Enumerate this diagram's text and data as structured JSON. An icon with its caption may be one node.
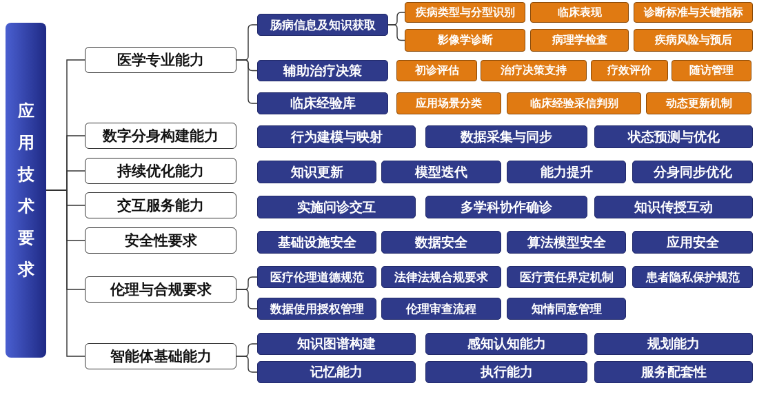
{
  "diagram": {
    "nodes": [
      {
        "text": [
          "应用技术要求"
        ]
      },
      {
        "text": [
          "医学专业能力"
        ]
      },
      {
        "text": [
          "肠病信息及知识获取"
        ]
      },
      {
        "text": [
          "疾病类型与分型识别"
        ]
      },
      {
        "text": [
          "临床表现"
        ]
      },
      {
        "text": [
          "诊断标准与关键指标"
        ]
      },
      {
        "text": [
          "影像学诊断"
        ]
      },
      {
        "text": [
          "病理学检查"
        ]
      },
      {
        "text": [
          "疾病风险与预后"
        ]
      },
      {
        "text": [
          "辅助治疗决策"
        ]
      },
      {
        "text": [
          "初诊评估"
        ]
      },
      {
        "text": [
          "治疗决策支持"
        ]
      },
      {
        "text": [
          "疗效评价"
        ]
      },
      {
        "text": [
          "随访管理"
        ]
      },
      {
        "text": [
          "临床经验库"
        ]
      },
      {
        "text": [
          "应用场景分类"
        ]
      },
      {
        "text": [
          "临床经验采信判别"
        ]
      },
      {
        "text": [
          "动态更新机制"
        ]
      },
      {
        "text": [
          "数字分身构建能力"
        ]
      },
      {
        "text": [
          "行为建模与映射"
        ]
      },
      {
        "text": [
          "数据采集与同步"
        ]
      },
      {
        "text": [
          "状态预测与优化"
        ]
      },
      {
        "text": [
          "持续优化能力"
        ]
      },
      {
        "text": [
          "知识更新"
        ]
      },
      {
        "text": [
          "模型迭代"
        ]
      },
      {
        "text": [
          "能力提升"
        ]
      },
      {
        "text": [
          "分身同步优化"
        ]
      },
      {
        "text": [
          "交互服务能力"
        ]
      },
      {
        "text": [
          "实施问诊交互"
        ]
      },
      {
        "text": [
          "多学科协作确诊"
        ]
      },
      {
        "text": [
          "知识传授互动"
        ]
      },
      {
        "text": [
          "安全性要求"
        ]
      },
      {
        "text": [
          "基础设施安全"
        ]
      },
      {
        "text": [
          "数据安全"
        ]
      },
      {
        "text": [
          "算法模型安全"
        ]
      },
      {
        "text": [
          "应用安全"
        ]
      },
      {
        "text": [
          "伦理与合规要求"
        ]
      },
      {
        "text": [
          "医疗伦理道德规范"
        ]
      },
      {
        "text": [
          "法律法规合规要求"
        ]
      },
      {
        "text": [
          "医疗责任界定机制"
        ]
      },
      {
        "text": [
          "患者隐私保护规范"
        ]
      },
      {
        "text": [
          "数据使用授权管理"
        ]
      },
      {
        "text": [
          "伦理审查流程"
        ]
      },
      {
        "text": [
          "知情同意管理"
        ]
      },
      {
        "text": [
          "智能体基础能力"
        ]
      },
      {
        "text": [
          "知识图谱构建"
        ]
      },
      {
        "text": [
          "感知认知能力"
        ]
      },
      {
        "text": [
          "规划能力"
        ]
      },
      {
        "text": [
          "记忆能力"
        ]
      },
      {
        "text": [
          "执行能力"
        ]
      },
      {
        "text": [
          "服务配套性"
        ]
      }
    ],
    "edges": [
      {
        "from": 0,
        "to": 1,
        "arrow": "none"
      },
      {
        "from": 0,
        "to": 18,
        "arrow": "none"
      },
      {
        "from": 0,
        "to": 22,
        "arrow": "none"
      },
      {
        "from": 0,
        "to": 27,
        "arrow": "none"
      },
      {
        "from": 0,
        "to": 31,
        "arrow": "none"
      },
      {
        "from": 0,
        "to": 36,
        "arrow": "none"
      },
      {
        "from": 0,
        "to": 44,
        "arrow": "none"
      },
      {
        "from": 1,
        "to": 2,
        "arrow": "none"
      },
      {
        "from": 1,
        "to": 9,
        "arrow": "none"
      },
      {
        "from": 1,
        "to": 14,
        "arrow": "none"
      },
      {
        "from": 2,
        "to": 3,
        "arrow": "none"
      },
      {
        "from": 2,
        "to": 6,
        "arrow": "none"
      },
      {
        "from": 36,
        "to": 37,
        "arrow": "none"
      },
      {
        "from": 36,
        "to": 41,
        "arrow": "none"
      },
      {
        "from": 44,
        "to": 45,
        "arrow": "none"
      },
      {
        "from": 44,
        "to": 48,
        "arrow": "none"
      }
    ]
  }
}
